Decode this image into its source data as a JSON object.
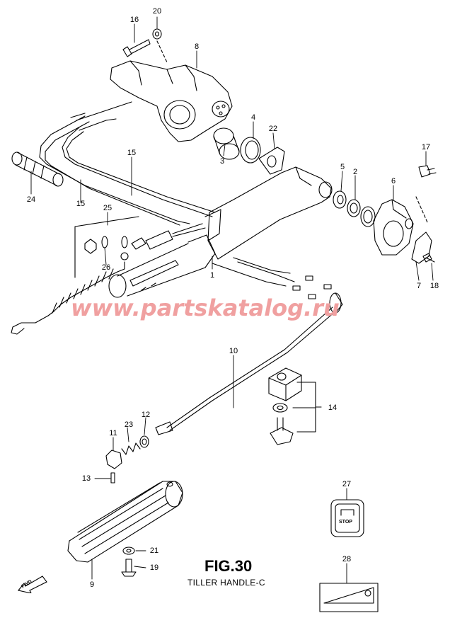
{
  "watermark": "www.partskatalog.ru",
  "figure": {
    "title": "FIG.30",
    "subtitle": "TILLER HANDLE-C",
    "fwd_label": "FWD"
  },
  "decal_stop_text": "STOP",
  "part_labels": [
    {
      "id": "1",
      "text": "1"
    },
    {
      "id": "2",
      "text": "2"
    },
    {
      "id": "3",
      "text": "3"
    },
    {
      "id": "4",
      "text": "4"
    },
    {
      "id": "5",
      "text": "5"
    },
    {
      "id": "6",
      "text": "6"
    },
    {
      "id": "7",
      "text": "7"
    },
    {
      "id": "8",
      "text": "8"
    },
    {
      "id": "9",
      "text": "9"
    },
    {
      "id": "10",
      "text": "10"
    },
    {
      "id": "11",
      "text": "11"
    },
    {
      "id": "12",
      "text": "12"
    },
    {
      "id": "13",
      "text": "13"
    },
    {
      "id": "14",
      "text": "14"
    },
    {
      "id": "15a",
      "text": "15"
    },
    {
      "id": "15b",
      "text": "15"
    },
    {
      "id": "16",
      "text": "16"
    },
    {
      "id": "17",
      "text": "17"
    },
    {
      "id": "18",
      "text": "18"
    },
    {
      "id": "19",
      "text": "19"
    },
    {
      "id": "20",
      "text": "20"
    },
    {
      "id": "21",
      "text": "21"
    },
    {
      "id": "22",
      "text": "22"
    },
    {
      "id": "23",
      "text": "23"
    },
    {
      "id": "24",
      "text": "24"
    },
    {
      "id": "25",
      "text": "25"
    },
    {
      "id": "26",
      "text": "26"
    },
    {
      "id": "27",
      "text": "27"
    },
    {
      "id": "28",
      "text": "28"
    }
  ],
  "colors": {
    "line": "#000000",
    "watermark": "#f0a0a0",
    "background": "#ffffff"
  }
}
